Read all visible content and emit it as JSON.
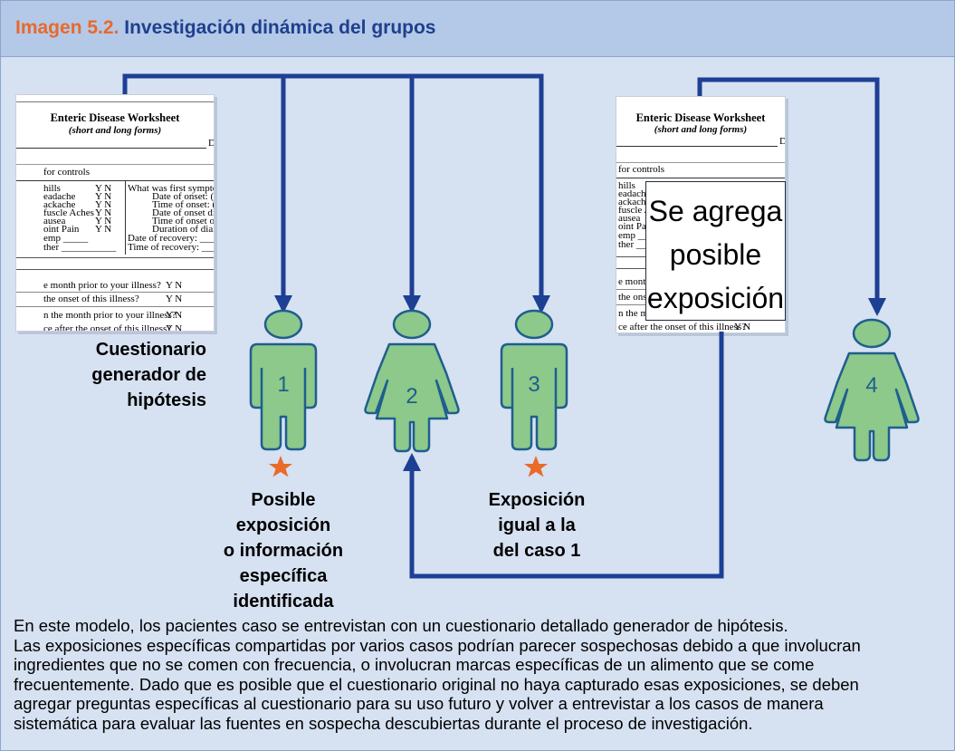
{
  "header": {
    "number": "Imagen 5.2.",
    "title": "Investigación dinámica del grupos"
  },
  "worksheet_left": {
    "title": "Enteric Disease Worksheet",
    "subtitle": "(short and long forms)",
    "lines": [
      "D",
      "for controls",
      "hills",
      "eadache",
      "ackache",
      "fuscle Aches",
      "ausea",
      "oint Pain",
      "emp _____",
      "ther ___________",
      "Y N",
      "Y N",
      "Y N",
      "Y N",
      "Y N",
      "Y N",
      "What was first symptom?____",
      "Date of onset: (mm/dd/",
      "Time of onset: (militar",
      "Date of onset diarrhea:",
      "Time of onset of diarrh",
      "Duration of diarrhea (",
      "Date of recovery: ___/___/___",
      "Time of recovery: _________",
      "e month prior to your illness?",
      "the onset of this illness?",
      "n the month prior to your illness?",
      "ce after the onset of this illness?",
      "Y N",
      "Y N",
      "Y N",
      "Y N"
    ]
  },
  "worksheet_right": {
    "title": "Enteric Disease Worksheet",
    "subtitle": "(short and long forms)",
    "lines": [
      "D",
      "for controls",
      "hills",
      "eadache",
      "ackache",
      "fuscle Ac",
      "ausea",
      "oint Pain",
      "emp ___",
      "ther _____",
      "e month p",
      "the onset",
      "n the month",
      "ce after the onset of this illness?",
      "Y N"
    ]
  },
  "callout": {
    "lines": [
      "Se agrega",
      "posible",
      "exposición"
    ]
  },
  "labels": {
    "questionnaire": [
      "Cuestionario",
      "generador de",
      "hipótesis"
    ],
    "case1": [
      "Posible",
      "exposición",
      "o información",
      "específica",
      "identificada"
    ],
    "case3": [
      "Exposición",
      "igual a la",
      "del caso 1"
    ]
  },
  "persons": [
    {
      "number": "1",
      "figure": "male"
    },
    {
      "number": "2",
      "figure": "female"
    },
    {
      "number": "3",
      "figure": "male"
    },
    {
      "number": "4",
      "figure": "female"
    }
  ],
  "colors": {
    "person_fill": "#8cc98a",
    "person_stroke": "#1f5e8e",
    "arrow": "#1d3f94",
    "star": "#ea6a2a",
    "header_number": "#e8692c",
    "header_title": "#1f3f8e"
  },
  "caption": {
    "lines": [
      "En este modelo, los pacientes caso se entrevistan con un cuestionario detallado generador de hipótesis.",
      "Las exposiciones específicas compartidas por varios casos podrían parecer sospechosas debido a que involucran",
      "ingredientes que no se comen con frecuencia, o involucran marcas específicas de un alimento que se come",
      "frecuentemente. Dado que es posible que el cuestionario original no haya capturado esas exposiciones, se deben",
      "agregar preguntas específicas al cuestionario para su uso futuro y volver a entrevistar a los casos de manera",
      "sistemática para evaluar las fuentes en sospecha descubiertas durante el proceso de investigación."
    ]
  }
}
